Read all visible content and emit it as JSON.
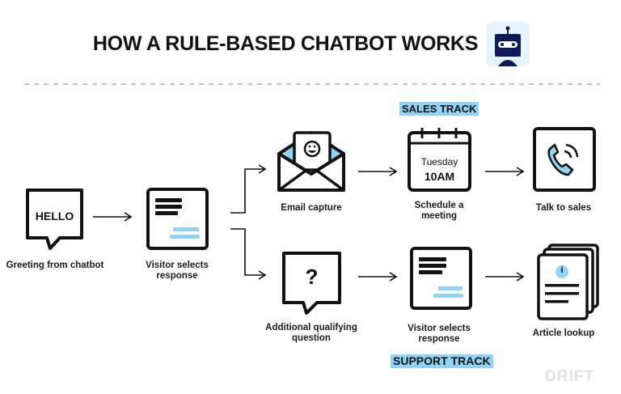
{
  "title": "HOW A RULE-BASED CHATBOT WORKS",
  "tracks": {
    "sales": "SALES TRACK",
    "support": "SUPPORT TRACK"
  },
  "steps": {
    "greeting": {
      "label": "Greeting from chatbot",
      "bubble_text": "HELLO"
    },
    "visitor_selects": {
      "label": "Visitor selects response"
    },
    "email_capture": {
      "label": "Email capture"
    },
    "schedule_meeting": {
      "label": "Schedule a meeting",
      "day": "Tuesday",
      "time": "10AM"
    },
    "talk_to_sales": {
      "label": "Talk to sales"
    },
    "qualifying_question": {
      "label": "Additional qualifying question",
      "symbol": "?"
    },
    "visitor_selects_support": {
      "label": "Visitor selects response"
    },
    "article_lookup": {
      "label": "Article lookup",
      "symbol": "i"
    }
  },
  "logo": "DRIFT",
  "colors": {
    "accent": "#8fd3f5",
    "robot": "#0d1a5c",
    "robot_bg": "#e6f5fd",
    "stroke": "#111111"
  }
}
